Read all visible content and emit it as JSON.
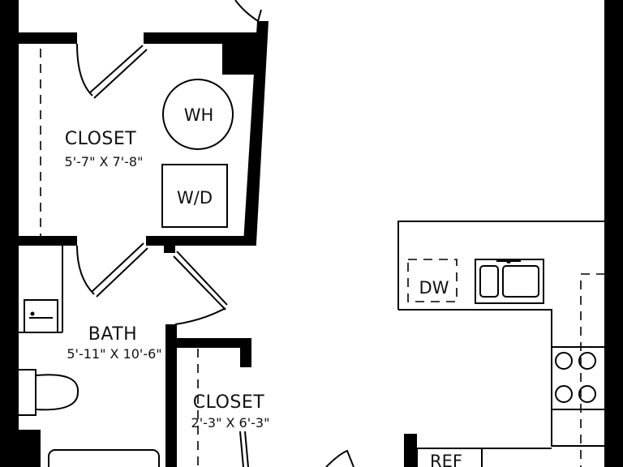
{
  "rooms": {
    "closet_main": {
      "name": "CLOSET",
      "dimensions": "5'-7\" X 7'-8\""
    },
    "bath": {
      "name": "BATH",
      "dimensions": "5'-11\" X 10'-6\""
    },
    "closet_small": {
      "name": "CLOSET",
      "dimensions": "2'-3\" X 6'-3\""
    }
  },
  "fixtures": {
    "water_heater": "WH",
    "washer_dryer": "W/D",
    "dishwasher": "DW",
    "refrigerator": "REF"
  },
  "colors": {
    "wall": "#000000",
    "background": "#ffffff"
  }
}
